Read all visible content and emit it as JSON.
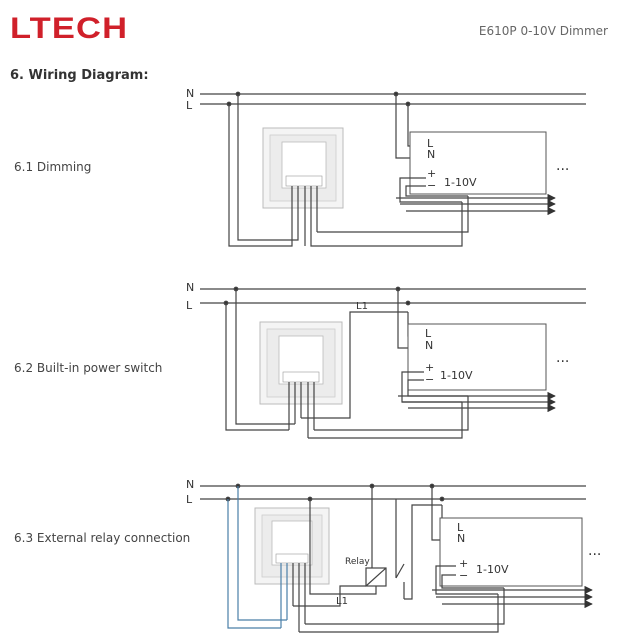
{
  "header": {
    "logo_text": "LTECH",
    "document_title": "E610P   0-10V Dimmer"
  },
  "section": {
    "heading": "6. Wiring Diagram:"
  },
  "diagrams": [
    {
      "label": "6.1 Dimming",
      "line_n": "N",
      "line_l": "L",
      "driver_l": "L",
      "driver_n": "N",
      "driver_plus": "+",
      "driver_minus": "−",
      "driver_signal": "1-10V",
      "ellipsis": "..."
    },
    {
      "label": "6.2 Built-in power switch",
      "line_n": "N",
      "line_l": "L",
      "switched_line": "L1",
      "driver_l": "L",
      "driver_n": "N",
      "driver_plus": "+",
      "driver_minus": "−",
      "driver_signal": "1-10V",
      "ellipsis": "..."
    },
    {
      "label": "6.3 External relay connection",
      "line_n": "N",
      "line_l": "L",
      "relay_label": "Relay",
      "switched_line": "L1",
      "driver_l": "L",
      "driver_n": "N",
      "driver_plus": "+",
      "driver_minus": "−",
      "driver_signal": "1-10V",
      "ellipsis": "..."
    }
  ],
  "colors": {
    "brand": "#d0202a",
    "wire": "#444444",
    "wire_blue": "#4a7fa8"
  },
  "icons": [
    "dimmer-panel-icon",
    "relay-icon",
    "arrow-right-icon"
  ]
}
